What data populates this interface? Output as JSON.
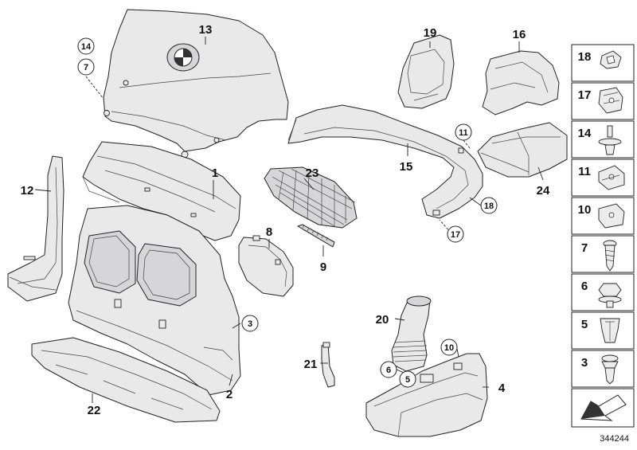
{
  "callouts": {
    "c1": "1",
    "c2": "2",
    "c3": "3",
    "c4": "4",
    "c5": "5",
    "c6": "6",
    "c7": "7",
    "c8": "8",
    "c9": "9",
    "c10": "10",
    "c11": "11",
    "c12": "12",
    "c13": "13",
    "c14": "14",
    "c15": "15",
    "c16": "16",
    "c17": "17",
    "c18": "18",
    "c19": "19",
    "c20": "20",
    "c21": "21",
    "c22": "22",
    "c23": "23",
    "c24": "24"
  },
  "legend": {
    "items": [
      "18",
      "17",
      "14",
      "11",
      "10",
      "7",
      "6",
      "5",
      "3"
    ]
  },
  "reference_number": "344244"
}
